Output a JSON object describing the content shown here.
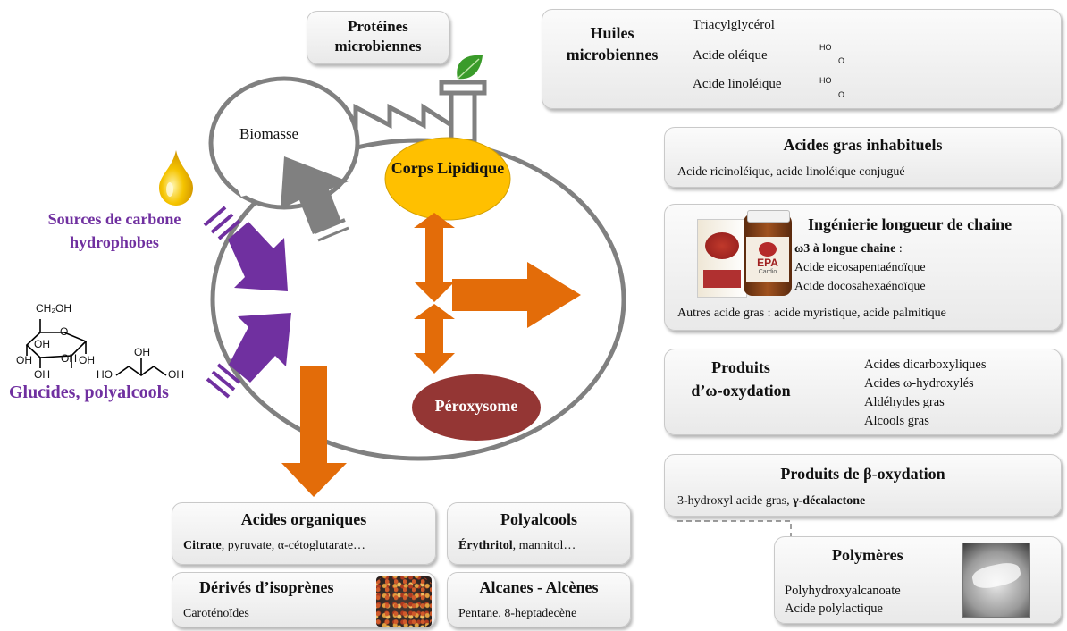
{
  "cell": {
    "biomass": "Biomasse",
    "lipid_body": "Corps Lipidique",
    "peroxisome": "Péroxysome"
  },
  "inputs": {
    "hydrophobic": "Sources de carbone hydrophobes",
    "sugars": "Glucides, polyalcools",
    "sugar_formula": {
      "ch2oh": "CH₂OH",
      "o": "O",
      "oh": "OH",
      "ho": "HO"
    }
  },
  "proteins": {
    "title": "Protéines microbiennes"
  },
  "oils": {
    "title": "Huiles microbiennes",
    "items": [
      "Triacylglycérol",
      "Acide oléique",
      "Acide linoléique"
    ],
    "formula": {
      "ho": "HO",
      "o": "O"
    }
  },
  "unusual": {
    "title": "Acides gras inhabituels",
    "text": "Acide ricinoléique, acide linoléique conjugué"
  },
  "chain": {
    "title": "Ingénierie longueur de chaine",
    "omega3_bold": "ω3 à longue chaine",
    "omega3_rest": " :",
    "items": [
      "Acide eicosapentaénoïque",
      "Acide docosahexaénoïque"
    ],
    "others": "Autres acide gras : acide myristique, acide palmitique",
    "product": {
      "brand": "EPA",
      "sub": "Cardio"
    }
  },
  "omega_ox": {
    "title1": "Produits",
    "title2": "d’ω-oxydation",
    "items": [
      "Acides dicarboxyliques",
      "Acides ω-hydroxylés",
      "Aldéhydes gras",
      "Alcools gras"
    ]
  },
  "beta_ox": {
    "title": "Produits de β-oxydation",
    "text_plain": "3-hydroxyl acide gras, ",
    "text_bold": "γ-décalactone"
  },
  "polymers": {
    "title": "Polymères",
    "items": [
      "Polyhydroxyalcanoate",
      "Acide polylactique"
    ]
  },
  "organic": {
    "title": "Acides organiques",
    "text_bold": "Citrate",
    "text_plain": ", pyruvate, α-cétoglutarate…"
  },
  "polyols": {
    "title": "Polyalcools",
    "text_bold": "Érythritol",
    "text_plain": ", mannitol…"
  },
  "isoprene": {
    "title": "Dérivés d’isoprènes",
    "text": "Caroténoïdes"
  },
  "alkanes": {
    "title": "Alcanes - Alcènes",
    "text": "Pentane, 8-heptadecène"
  },
  "colors": {
    "purple": "#7030a0",
    "orange": "#e36c09",
    "gray_arrow": "#808080",
    "lipid_body": "#ffc000",
    "peroxisome": "#943634",
    "cell_outline": "#808080",
    "leaf": "#3a9b2a"
  }
}
